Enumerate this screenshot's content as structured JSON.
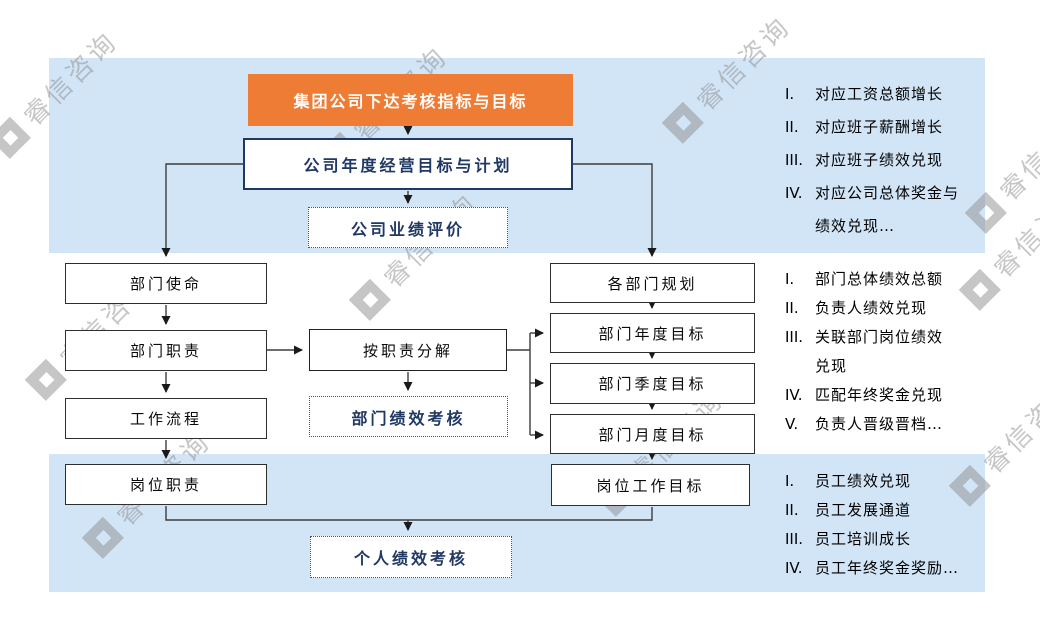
{
  "watermark": {
    "text": "睿信咨询"
  },
  "colors": {
    "band_blue": "#D2E5F7",
    "accent_orange": "#EE7C34",
    "accent_navy": "#203864",
    "dotted_border_blue": "#2F5496"
  },
  "flow": {
    "group_targets": "集团公司下达考核指标与目标",
    "company_plan": "公司年度经营目标与计划",
    "company_eval": "公司业绩评价",
    "dept_mission": "部门使命",
    "dept_duty": "部门职责",
    "work_process": "工作流程",
    "decompose": "按职责分解",
    "dept_eval": "部门绩效考核",
    "dept_plan": "各部门规划",
    "dept_annual": "部门年度目标",
    "dept_quarter": "部门季度目标",
    "dept_monthly": "部门月度目标",
    "post_duty": "岗位职责",
    "post_target": "岗位工作目标",
    "personal_eval": "个人绩效考核"
  },
  "lists": {
    "company": [
      {
        "num": "I.",
        "text": "对应工资总额增长"
      },
      {
        "num": "II.",
        "text": "对应班子薪酬增长"
      },
      {
        "num": "III.",
        "text": "对应班子绩效兑现"
      },
      {
        "num": "IV.",
        "text": "对应公司总体奖金与绩效兑现…"
      }
    ],
    "dept": [
      {
        "num": "I.",
        "text": "部门总体绩效总额"
      },
      {
        "num": "II.",
        "text": "负责人绩效兑现"
      },
      {
        "num": "III.",
        "text": "关联部门岗位绩效兑现"
      },
      {
        "num": "IV.",
        "text": "匹配年终奖金兑现"
      },
      {
        "num": "V.",
        "text": "负责人晋级晋档…"
      }
    ],
    "employee": [
      {
        "num": "I.",
        "text": "员工绩效兑现"
      },
      {
        "num": "II.",
        "text": "员工发展通道"
      },
      {
        "num": "III.",
        "text": "员工培训成长"
      },
      {
        "num": "IV.",
        "text": "员工年终奖金奖励…"
      }
    ]
  }
}
